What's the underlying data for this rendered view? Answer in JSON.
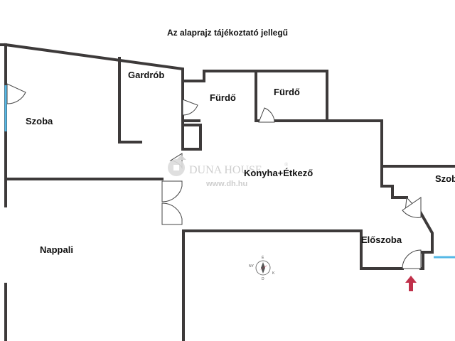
{
  "title": "Az alaprajz tájékoztató jellegű",
  "rooms": {
    "szoba_left": "Szoba",
    "gardrob": "Gardrób",
    "furdo_1": "Fürdő",
    "furdo_2": "Fürdő",
    "konyha": "Konyha+Étkező",
    "szoba_right": "Szoba",
    "nappali": "Nappali",
    "eloszoba": "Előszoba"
  },
  "watermark": {
    "brand": "DUNA HOUSE",
    "registered": "®",
    "url": "www.dh.hu"
  },
  "compass": {
    "n": "É",
    "s": "D",
    "e": "K",
    "w": "NY"
  },
  "colors": {
    "wall": "#3d3a3a",
    "window": "#56b8e6",
    "entrance_arrow": "#c0304a",
    "watermark": "#c9c9c9"
  }
}
